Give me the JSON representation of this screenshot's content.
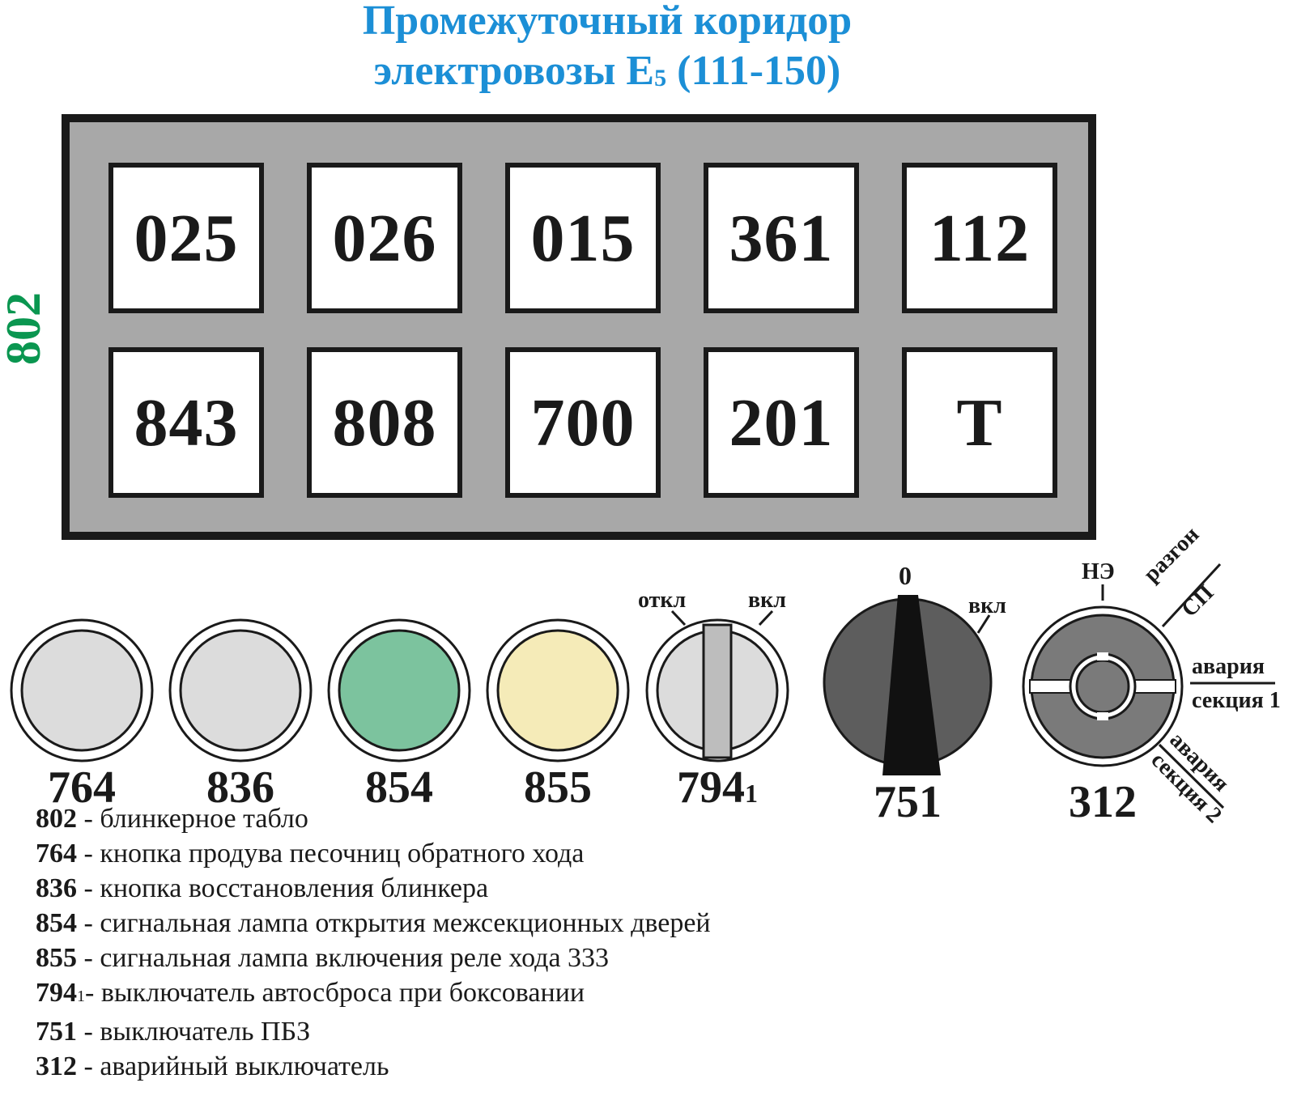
{
  "title": {
    "line1": "Промежуточный коридор",
    "line2_main": "электровозы Е",
    "line2_sub": "5",
    "line2_rest": " (111-150)"
  },
  "panel": {
    "label": "802",
    "row1": [
      "025",
      "026",
      "015",
      "361",
      "112"
    ],
    "row2": [
      "843",
      "808",
      "700",
      "201",
      "Т"
    ]
  },
  "controls": {
    "k764": {
      "label": "764",
      "color": "#dcdcdc"
    },
    "k836": {
      "label": "836",
      "color": "#dcdcdc"
    },
    "k854": {
      "label": "854",
      "color": "#7cc39e"
    },
    "k855": {
      "label": "855",
      "color": "#f5ebb8"
    },
    "k794": {
      "label": "794",
      "label_sub": "1",
      "off": "откл",
      "on": "вкл"
    },
    "k751": {
      "label": "751",
      "zero": "0",
      "on": "вкл"
    },
    "k312": {
      "label": "312",
      "ne": "НЭ",
      "razgon": "разгон",
      "sp": "СП",
      "avaria1": "авария",
      "sekcia1": "секция 1",
      "avaria2": "авария",
      "sekcia2": "секция 2"
    }
  },
  "legend": [
    {
      "code": "802",
      "code_sub": "",
      "sep": " - ",
      "text": "блинкерное табло"
    },
    {
      "code": "764",
      "code_sub": "",
      "sep": " - ",
      "text": "кнопка продува песочниц обратного хода"
    },
    {
      "code": "836",
      "code_sub": "",
      "sep": " - ",
      "text": "кнопка восстановления блинкера"
    },
    {
      "code": "854",
      "code_sub": "",
      "sep": " - ",
      "text": "сигнальная лампа открытия межсекционных дверей"
    },
    {
      "code": "855",
      "code_sub": "",
      "sep": " - ",
      "text": "сигнальная лампа включения реле хода 333"
    },
    {
      "code": "794",
      "code_sub": "1",
      "sep": "- ",
      "text": "выключатель автосброса при боксовании"
    },
    {
      "code": "751",
      "code_sub": "",
      "sep": " - ",
      "text": "выключатель ПБЗ"
    },
    {
      "code": "312",
      "code_sub": "",
      "sep": " - ",
      "text": "аварийный выключатель"
    }
  ]
}
